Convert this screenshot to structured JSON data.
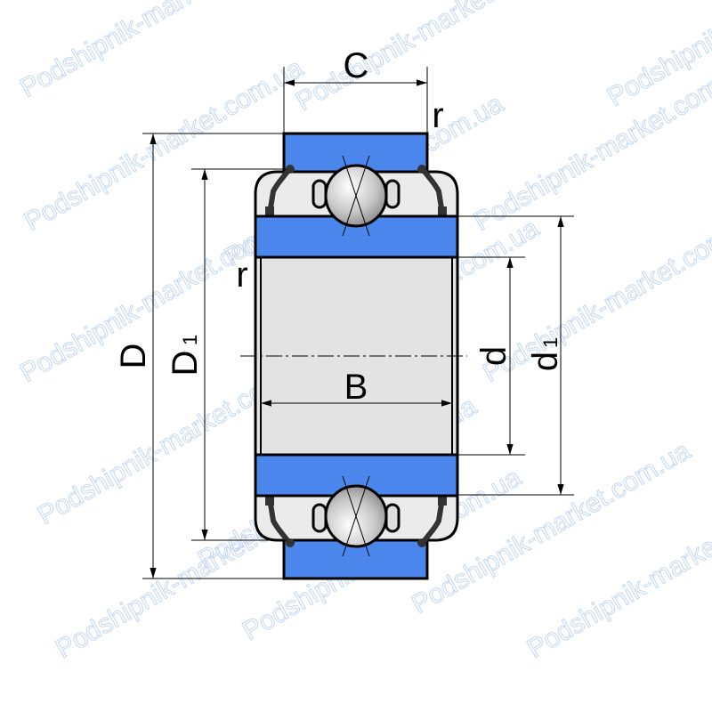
{
  "watermark": "Podshipnik-market.com.ua",
  "colors": {
    "ring": "#4a86ec",
    "housing": "#ebebeb",
    "bore": "#e3e3e3",
    "watermark": "#c4d8f2"
  },
  "dimensions": {
    "width_outer": {
      "main": "C"
    },
    "radius_top": {
      "main": "r"
    },
    "radius_left": {
      "main": "r"
    },
    "outer_diameter": {
      "main": "D"
    },
    "housing_diameter": {
      "main": "D",
      "sub": "1"
    },
    "width_inner": {
      "main": "B"
    },
    "bore_diameter": {
      "main": "d"
    },
    "inner_ring_diameter": {
      "main": "d",
      "sub": "1"
    }
  }
}
